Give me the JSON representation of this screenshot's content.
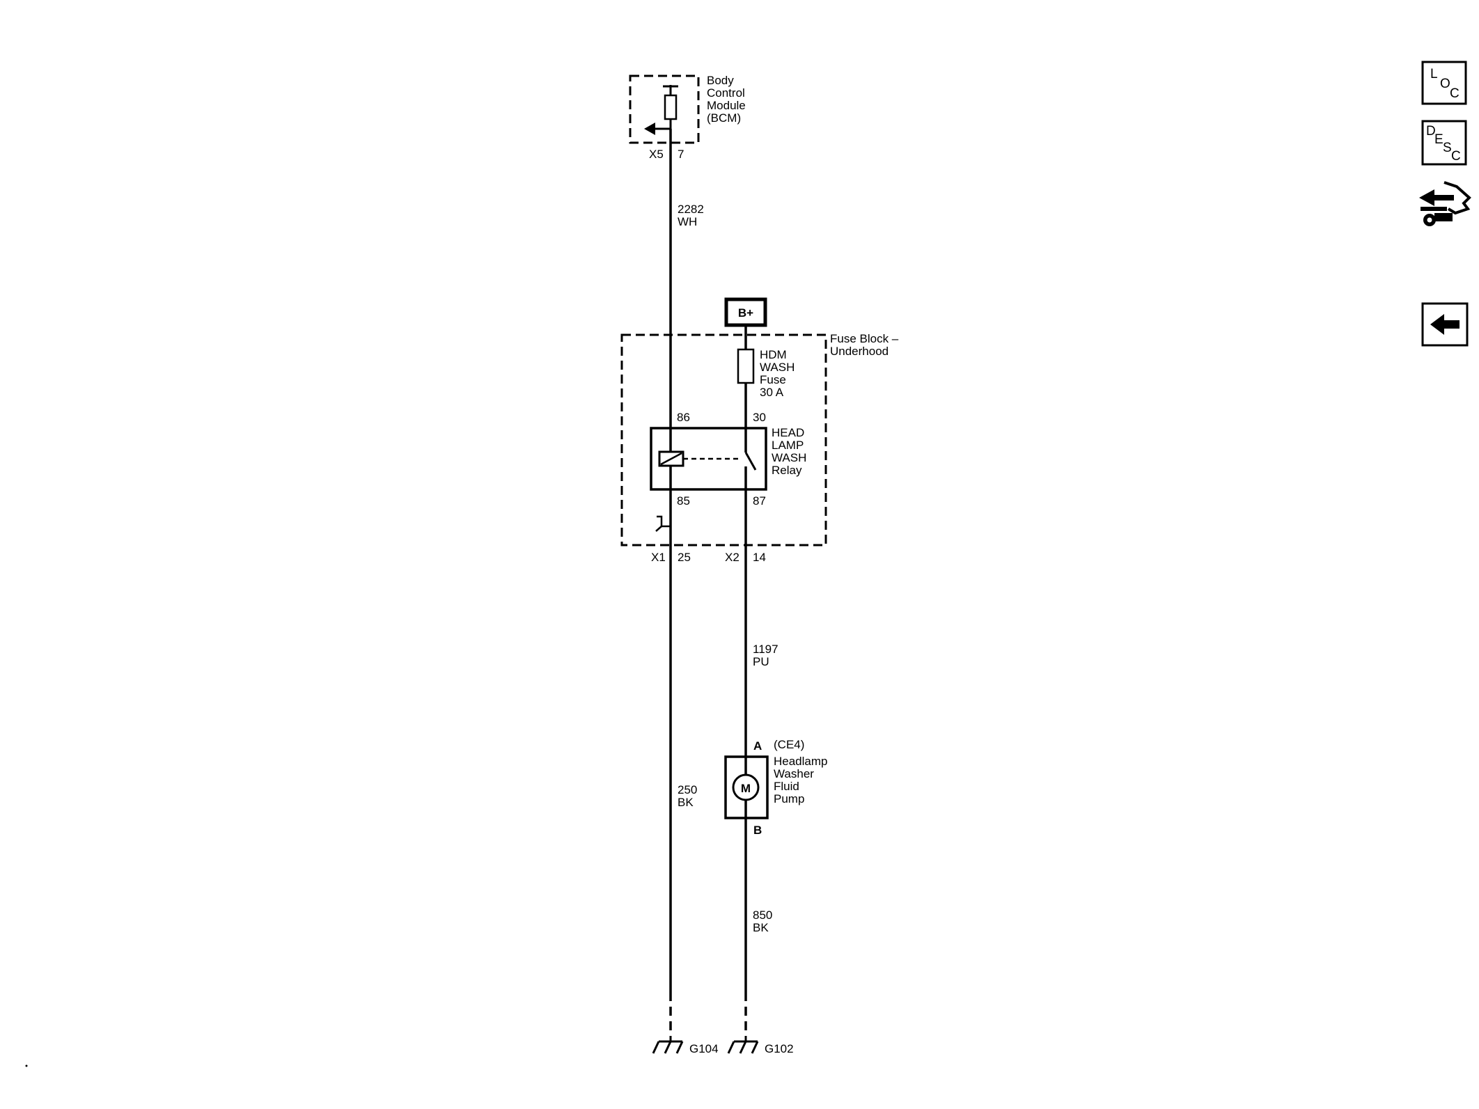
{
  "bcm": {
    "name_lines": [
      "Body",
      "Control",
      "Module",
      "(BCM)"
    ],
    "connector": "X5",
    "pin": "7"
  },
  "wire_2282": {
    "circuit": "2282",
    "color": "WH"
  },
  "battery": {
    "label": "B+"
  },
  "fuse_block": {
    "name_lines": [
      "Fuse Block –",
      "Underhood"
    ],
    "fuse_lines": [
      "HDM",
      "WASH",
      "Fuse",
      "30 A"
    ],
    "connector_left": "X1",
    "pin_left": "25",
    "connector_right": "X2",
    "pin_right": "14"
  },
  "relay": {
    "name_lines": [
      "HEAD",
      "LAMP",
      "WASH",
      "Relay"
    ],
    "pin_86": "86",
    "pin_30": "30",
    "pin_85": "85",
    "pin_87": "87"
  },
  "wire_1197": {
    "circuit": "1197",
    "color": "PU"
  },
  "pump": {
    "option": "(CE4)",
    "name_lines": [
      "Headlamp",
      "Washer",
      "Fluid",
      "Pump"
    ],
    "motor_symbol": "M",
    "pin_a": "A",
    "pin_b": "B"
  },
  "wire_250": {
    "circuit": "250",
    "color": "BK"
  },
  "wire_850": {
    "circuit": "850",
    "color": "BK"
  },
  "grounds": {
    "left": "G104",
    "right": "G102"
  },
  "nav": {
    "loc": [
      "L",
      "O",
      "C"
    ],
    "desc": [
      "D",
      "E",
      "S",
      "C"
    ],
    "connector_icon": "connector-end-view-icon",
    "back_icon": "back-arrow-icon"
  }
}
